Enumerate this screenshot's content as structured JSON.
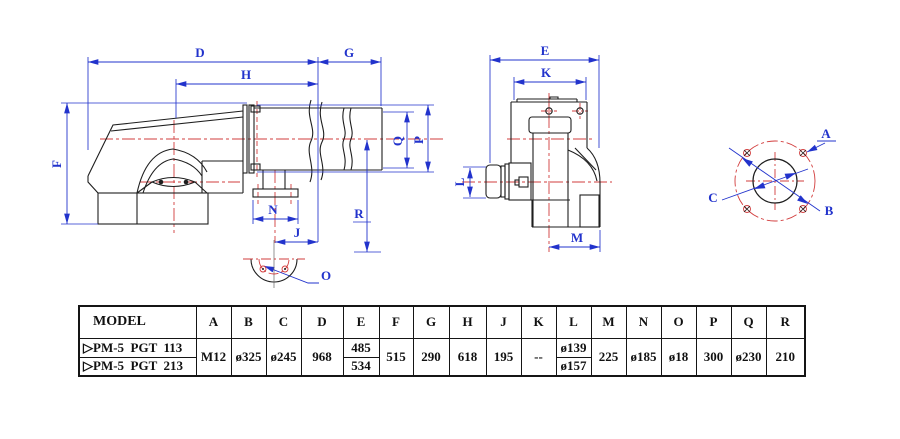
{
  "colors": {
    "outline": "#1e1e1e",
    "centerline": "#d23c3c",
    "dimension": "#2233cc",
    "table_text": "#111111",
    "background": "#ffffff"
  },
  "labels": {
    "D": "D",
    "H": "H",
    "G": "G",
    "F": "F",
    "Q": "Q",
    "P": "P",
    "R": "R",
    "N": "N",
    "J": "J",
    "O": "O",
    "E": "E",
    "K": "K",
    "L": "L",
    "M": "M",
    "A": "A",
    "B": "B",
    "C": "C"
  },
  "table": {
    "model_header": "MODEL",
    "columns": [
      "A",
      "B",
      "C",
      "D",
      "E",
      "F",
      "G",
      "H",
      "J",
      "K",
      "L",
      "M",
      "N",
      "O",
      "P",
      "Q",
      "R"
    ],
    "models": [
      "▷PM-5  PGT  113",
      "▷PM-5  PGT  213"
    ],
    "values": {
      "A": "M12",
      "B": "ø325",
      "C": "ø245",
      "D": "968",
      "E": [
        "485",
        "534"
      ],
      "F": "515",
      "G": "290",
      "H": "618",
      "J": "195",
      "K": "--",
      "L": [
        "ø139",
        "ø157"
      ],
      "M": "225",
      "N": "ø185",
      "O": "ø18",
      "P": "300",
      "Q": "ø230",
      "R": "210"
    }
  }
}
